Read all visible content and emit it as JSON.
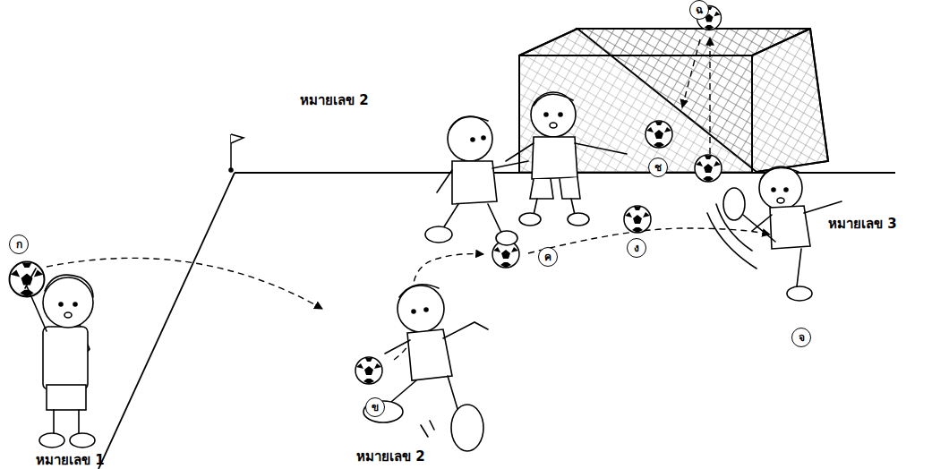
{
  "diagram": {
    "labels": [
      "ก",
      "ฉ",
      "หมายเลข 2",
      "ช",
      "หมายเลข 3",
      "ค",
      "ง",
      "จ",
      "ข",
      "หมายเลข 2",
      "หมายเลข 1"
    ]
  }
}
